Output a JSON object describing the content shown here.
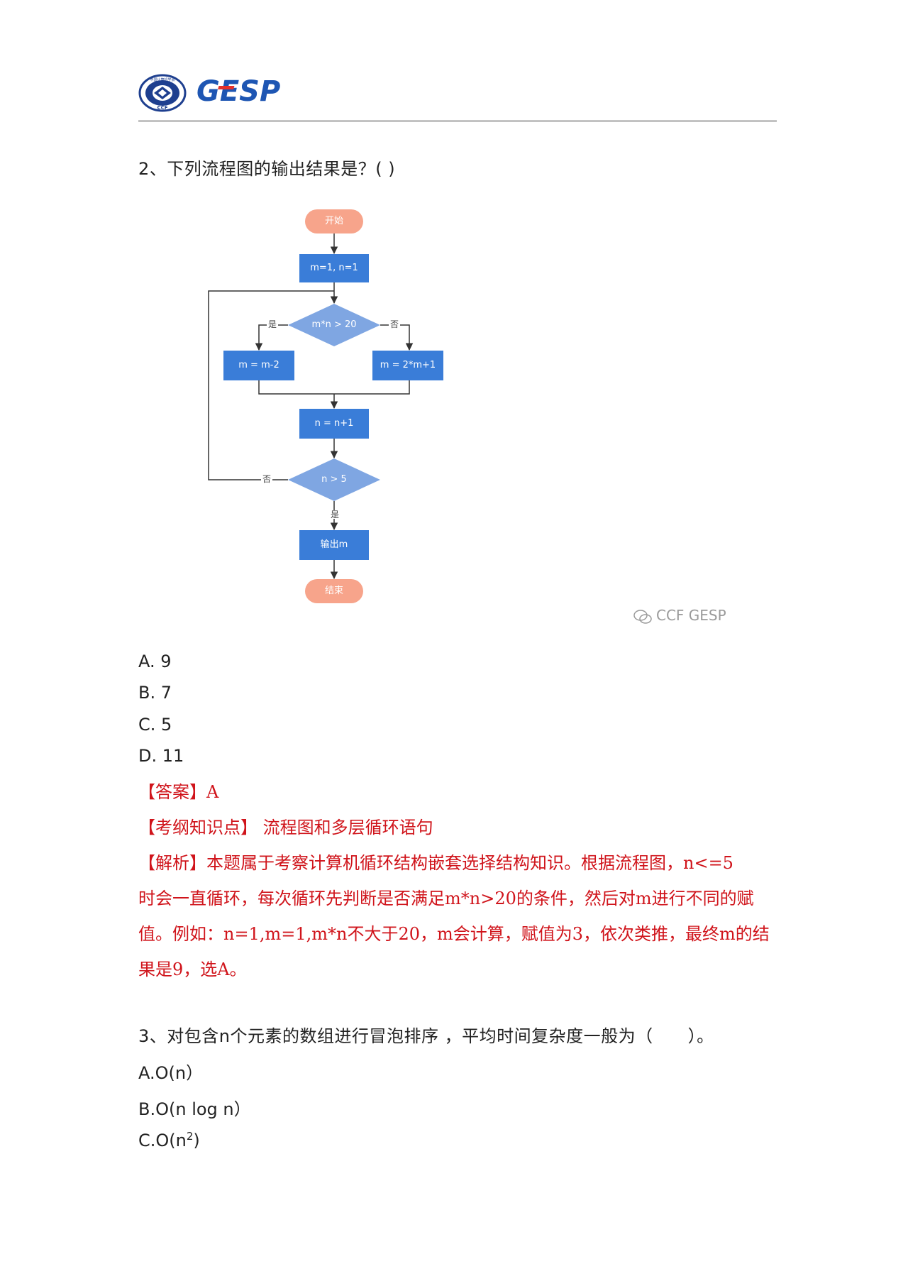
{
  "header": {
    "seal_text": "中国计算机学会",
    "seal_abbr": "CCF",
    "brand": "GESP"
  },
  "q2": {
    "stem": "2、下列流程图的输出结果是？( )",
    "flowchart": {
      "start": "开始",
      "init": "m=1, n=1",
      "cond1": "m*n > 20",
      "yes1": "是",
      "no1": "否",
      "left_box": "m = m-2",
      "right_box": "m = 2*m+1",
      "incr": "n = n+1",
      "cond2": "n > 5",
      "no2": "否",
      "yes2": "是",
      "output": "输出m",
      "end": "结束"
    },
    "watermark": "CCF GESP",
    "options": [
      "A. 9",
      "B. 7",
      "C. 5",
      "D. 11"
    ],
    "answer_tag": "【答案】",
    "answer": "A",
    "knowledge_tag": "【考纲知识点】",
    "knowledge": " 流程图和多层循环语句",
    "analysis_tag": "【解析】",
    "analysis_lines": [
      "本题属于考察计算机循环结构嵌套选择结构知识。根据流程图，n<=5",
      "时会一直循环，每次循环先判断是否满足m*n>20的条件，然后对m进行不同的赋",
      "值。例如：n=1,m=1,m*n不大于20，m会计算，赋值为3，依次类推，最终m的结",
      "果是9，选A。"
    ]
  },
  "q3": {
    "stem": "3、对包含n个元素的数组进行冒泡排序 ，平均时间复杂度一般为（　　）。",
    "options": [
      "A.O(n）",
      "B.O(n log n）",
      "C.O(n"
    ],
    "option_c_sup": "2",
    "option_c_tail": ")"
  }
}
